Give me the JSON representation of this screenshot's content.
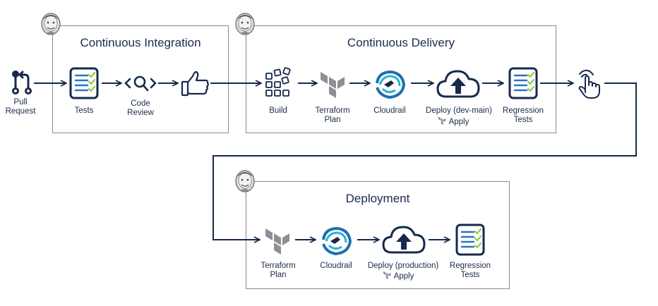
{
  "colors": {
    "navy": "#16294d",
    "box_border": "#8a8a8a",
    "terraform_gray": "#8d8f94",
    "check_green": "#8fce3f",
    "list_blue": "#2b74c7",
    "cloudrail_blue": "#1f6fb2",
    "cloudrail_teal": "#2bb3c8"
  },
  "stages": {
    "ci": {
      "title": "Continuous Integration"
    },
    "cd": {
      "title": "Continuous Delivery"
    },
    "deploy": {
      "title": "Deployment"
    }
  },
  "nodes": {
    "pull_request": {
      "line1": "Pull",
      "line2": "Request",
      "icon": "git-pull-request-icon"
    },
    "tests": {
      "label": "Tests",
      "icon": "checklist-icon"
    },
    "code_review": {
      "line1": "Code",
      "line2": "Review",
      "icon": "code-search-icon"
    },
    "approve": {
      "icon": "thumbs-up-icon"
    },
    "build": {
      "label": "Build",
      "icon": "build-blocks-icon"
    },
    "tf_plan_cd": {
      "line1": "Terraform",
      "line2": "Plan",
      "icon": "terraform-icon"
    },
    "cloudrail_cd": {
      "label": "Cloudrail",
      "icon": "cloudrail-icon"
    },
    "deploy_dev": {
      "label": "Deploy (dev-main)",
      "sub": "Apply",
      "icon": "cloud-upload-icon"
    },
    "regression_cd": {
      "line1": "Regression",
      "line2": "Tests",
      "icon": "checklist-icon"
    },
    "manual_approval": {
      "icon": "pointer-hand-icon"
    },
    "tf_plan_prod": {
      "line1": "Terraform",
      "line2": "Plan",
      "icon": "terraform-icon"
    },
    "cloudrail_prod": {
      "label": "Cloudrail",
      "icon": "cloudrail-icon"
    },
    "deploy_prod": {
      "label": "Deploy (production)",
      "sub": "Apply",
      "icon": "cloud-upload-icon"
    },
    "regression_prod": {
      "line1": "Regression",
      "line2": "Tests",
      "icon": "checklist-icon"
    }
  },
  "stage_icons": {
    "jenkins": "jenkins-icon"
  }
}
